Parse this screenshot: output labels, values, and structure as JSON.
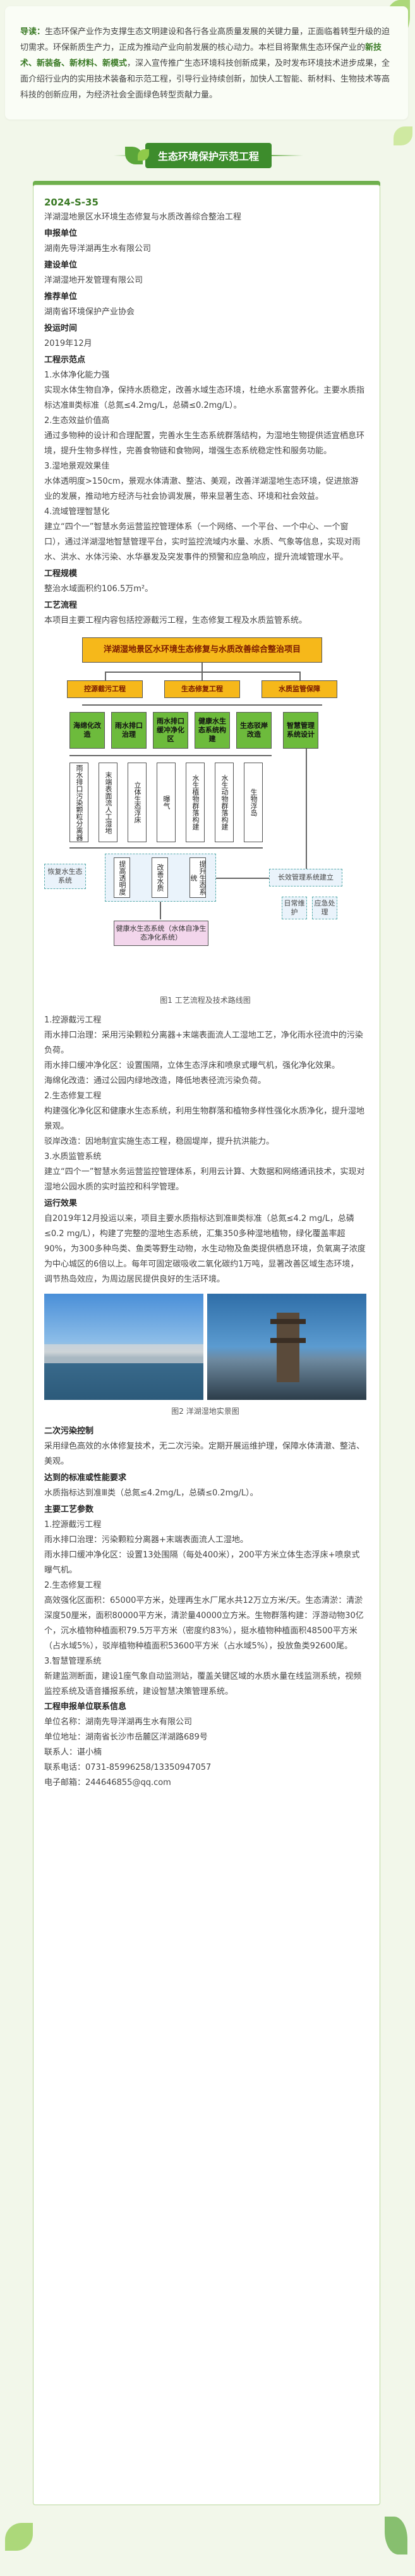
{
  "intro": {
    "label": "导读：",
    "text_1": "生态环保产业作为支撑生态文明建设和各行各业高质量发展的关键力量，正面临着转型升级的迫切需求。环保新质生产力，正成为推动产业向前发展的核心动力。本栏目将聚焦生态环保产业的",
    "kw_1": "新技术、新装备、新材料、新模式",
    "text_2": "，深入宣传推广生态环境科技创新成果，及时发布环境技术进步成果，全面介绍行业内的实用技术装备和示范工程，引导行业持续创新，加快人工智能、新材料、生物技术等高科技的创新应用，为经济社会全面绿色转型贡献力量。"
  },
  "section_title": "生态环境保护示范工程",
  "project": {
    "code": "2024-S-35",
    "name": "洋湖湿地景区水环境生态修复与水质改善综合整治工程",
    "applicant_h": "申报单位",
    "applicant": "湖南先导洋湖再生水有限公司",
    "builder_h": "建设单位",
    "builder": "洋湖湿地开发管理有限公司",
    "recommender_h": "推荐单位",
    "recommender": "湖南省环境保护产业协会",
    "date_h": "投运时间",
    "date": "2019年12月",
    "effect_h": "工程示范点",
    "e1_t": "1.水体净化能力强",
    "e1": "实现水体生物自净，保持水质稳定，改善水域生态环境，杜绝水系富营养化。主要水质指标达准Ⅲ类标准（总氮≤4.2mg/L，总磷≤0.2mg/L）。",
    "e2_t": "2.生态效益价值高",
    "e2": "通过多物种的设计和合理配置，完善水生生态系统群落结构，为湿地生物提供适宜栖息环境，提升生物多样性，完善食物链和食物网，增强生态系统稳定性和服务功能。",
    "e3_t": "3.湿地景观效果佳",
    "e3": "水体透明度>150cm，景观水体清澈、整洁、美观，改善洋湖湿地生态环境，促进旅游业的发展，推动地方经济与社会协调发展，带来显著生态、环境和社会效益。",
    "e4_t": "4.流域管理智慧化",
    "e4": "建立“四个一”智慧水务运营监控管理体系（一个网络、一个平台、一个中心、一个窗口），通过洋湖湿地智慧管理平台，实时监控流域内水量、水质、气象等信息，实现对雨水、洪水、水体污染、水华暴发及突发事件的预警和应急响应，提升流域管理水平。",
    "scale_h": "工程规模",
    "scale": "整治水域面积约106.5万m²。",
    "process_h": "工艺流程",
    "process": "本项目主要工程内容包括控源截污工程，生态修复工程及水质监管系统。",
    "fig1": "图1 工艺流程及技术路线图",
    "p1_t": "1.控源截污工程",
    "p1a": "雨水排口治理：采用污染颗粒分离器+末端表面流人工湿地工艺，净化雨水径流中的污染负荷。",
    "p1b": "雨水排口缓冲净化区：设置围隔，立体生态浮床和喷泉式曝气机，强化净化效果。",
    "p1c": "海绵化改造：通过公园内绿地改造，降低地表径流污染负荷。",
    "p2_t": "2.生态修复工程",
    "p2a": "构建强化净化区和健康水生态系统，利用生物群落和植物多样性强化水质净化，提升湿地景观。",
    "p2b": "驳岸改造：因地制宜实施生态工程，稳固堤岸，提升抗洪能力。",
    "p3_t": "3.水质监管系统",
    "p3": "建立“四个一”智慧水务运营监控管理体系，利用云计算、大数据和网络通讯技术，实现对湿地公园水质的实时监控和科学管理。",
    "op_h": "运行效果",
    "op": "自2019年12月投运以来，项目主要水质指标达到准Ⅲ类标准（总氮≤4.2 mg/L，总磷≤0.2 mg/L），构建了完整的湿地生态系统，汇集350多种湿地植物，绿化覆盖率超90%，为300多种鸟类、鱼类等野生动物，水生动物及鱼类提供栖息环境，负氧离子浓度为中心城区的6倍以上。每年可固定碳吸收二氧化碳约1万吨，显著改善区域生态环境，调节热岛效应，为周边居民提供良好的生活环境。",
    "fig2": "图2 洋湖湿地实景图",
    "sec_h": "二次污染控制",
    "sec": "采用绿色高效的水体修复技术，无二次污染。定期开展运维护理，保障水体清澈、整洁、美观。",
    "target_h": "达到的标准或性能要求",
    "target": "水质指标达到准Ⅲ类（总氮≤4.2mg/L，总磷≤0.2mg/L）。",
    "param_h": "主要工艺参数",
    "pa1_t": "1.控源截污工程",
    "pa1a": "雨水排口治理：污染颗粒分离器+末端表面流人工湿地。",
    "pa1b": "雨水排口缓冲净化区：设置13处围隔（每处400米），200平方米立体生态浮床+喷泉式曝气机。",
    "pa2_t": "2.生态修复工程",
    "pa2": "高效强化区面积：65000平方米，处理再生水厂尾水共12万立方米/天。生态清淤：清淤深度50厘米，面积80000平方米，清淤量40000立方米。生物群落构建：浮游动物30亿个，沉水植物种植面积79.5万平方米（密度约83%），挺水植物种植面积48500平方米（占水域5%），驳岸植物种植面积53600平方米（占水域5%），投放鱼类92600尾。",
    "pa3_t": "3.智慧管理系统",
    "pa3": "新建监测断面，建设1座气象自动监测站，覆盖关键区域的水质水量在线监测系统，视频监控系统及语音播报系统，建设智慧决策管理系统。",
    "contact_h": "工程申报单位联系信息",
    "c_name": "单位名称：湖南先导洋湖再生水有限公司",
    "c_addr": "单位地址：湖南省长沙市岳麓区洋湖路689号",
    "c_person": "联系人：谌小楠",
    "c_phone": "联系电话：0731-85996258/13350947057",
    "c_email": "电子邮箱：244646855@qq.com"
  },
  "flow": {
    "top": "洋湖湿地景区水环境生态修复与水质改善综合整治项目",
    "l2": [
      "控源截污工程",
      "生态修复工程",
      "水质监管保障"
    ],
    "l3": [
      "海绵化改造",
      "雨水排口治理",
      "雨水排口缓冲净化区",
      "健康水生态系统构建",
      "生态驳岸改造",
      "智慧管理系统设计"
    ],
    "l4": [
      "雨水排口污染颗粒分离器",
      "末端表面流人工湿地",
      "立体生态浮床",
      "曝气",
      "水生植物群落构建",
      "水生动物群落构建",
      "生物浮岛"
    ],
    "l5": [
      "提高透明度",
      "改善水质",
      "提升生态系统"
    ],
    "left_box": "恢复水生态系统",
    "bottom": "健康水生态系统（水体自净生态净化系统）",
    "right_box": "长效管理系统建立",
    "sub": [
      "日常维护",
      "应急处理"
    ]
  },
  "colors": {
    "accent": "#3d8c2c",
    "title_yellow": "#f6b81a",
    "box_green": "#6dbb3c"
  }
}
